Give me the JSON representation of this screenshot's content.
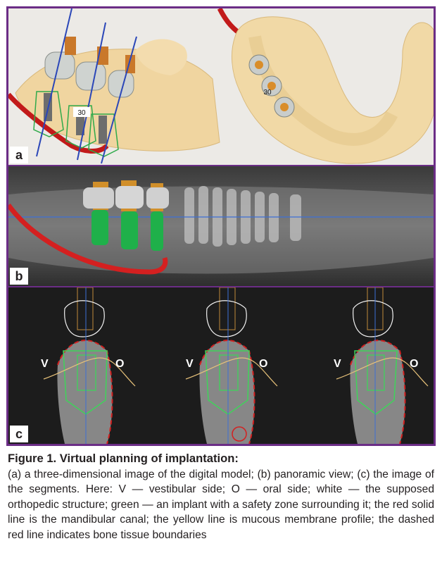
{
  "figure": {
    "panels": {
      "a": {
        "label": "a",
        "tooth_number_1": "30",
        "tooth_number_2": "30"
      },
      "b": {
        "label": "b"
      },
      "c": {
        "label": "c",
        "vestibular_label": "V",
        "oral_label": "O"
      }
    },
    "colors": {
      "frame": "#6b2d86",
      "model": "#f0d6a2",
      "implant_green": "#2aa84a",
      "abutment_orange": "#d6902a",
      "canal_red": "#d42020",
      "mucosa_yellow": "#e8c27a",
      "safety_zone": "#3fd35a"
    }
  },
  "caption": {
    "title": "Figure 1. Virtual planning of implantation:",
    "body": "(a) a three-dimensional image of the digital model; (b) panoramic view; (c) the image of the segments. Here: V — vestibular side; O — oral side; white — the supposed orthopedic structure; green — an implant with a safety zone surrounding it; the red solid line is the mandibular canal; the yellow line is mucous membrane profile; the dashed red line indicates bone tissue boundaries"
  }
}
